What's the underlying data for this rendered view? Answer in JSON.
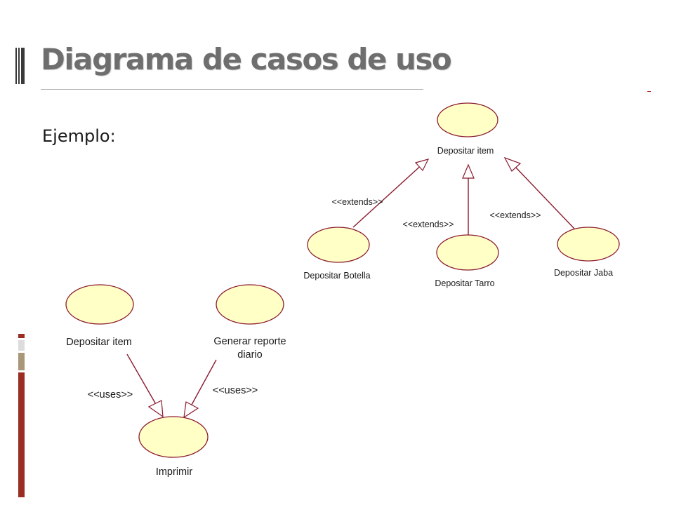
{
  "slide": {
    "title": "Diagrama de casos de uso",
    "subtitle": "Ejemplo:"
  },
  "colors": {
    "use_case_fill": "#ffffc6",
    "use_case_stroke": "#8b1a2e",
    "relation_line": "#8b1a2e",
    "title_text": "#6e6e6e",
    "stripe_red": "#9b2d23",
    "stripe_tan": "#a89877",
    "stripe_light": "#dcdcdc"
  },
  "diagram_extends": {
    "use_cases": [
      {
        "id": "item",
        "label": "Depositar item"
      },
      {
        "id": "botella",
        "label": "Depositar Botella"
      },
      {
        "id": "tarro",
        "label": "Depositar Tarro"
      },
      {
        "id": "jaba",
        "label": "Depositar Jaba"
      }
    ],
    "relations": [
      {
        "from": "botella",
        "to": "item",
        "label": "<<extends>>"
      },
      {
        "from": "tarro",
        "to": "item",
        "label": "<<extends>>"
      },
      {
        "from": "jaba",
        "to": "item",
        "label": "<<extends>>"
      }
    ]
  },
  "diagram_uses": {
    "use_cases": [
      {
        "id": "depositar",
        "label": "Depositar item"
      },
      {
        "id": "reporte",
        "label_line1": "Generar reporte",
        "label_line2": "diario"
      },
      {
        "id": "imprimir",
        "label": "Imprimir"
      }
    ],
    "relations": [
      {
        "from": "depositar",
        "to": "imprimir",
        "label": "<<uses>>"
      },
      {
        "from": "reporte",
        "to": "imprimir",
        "label": "<<uses>>"
      }
    ]
  }
}
